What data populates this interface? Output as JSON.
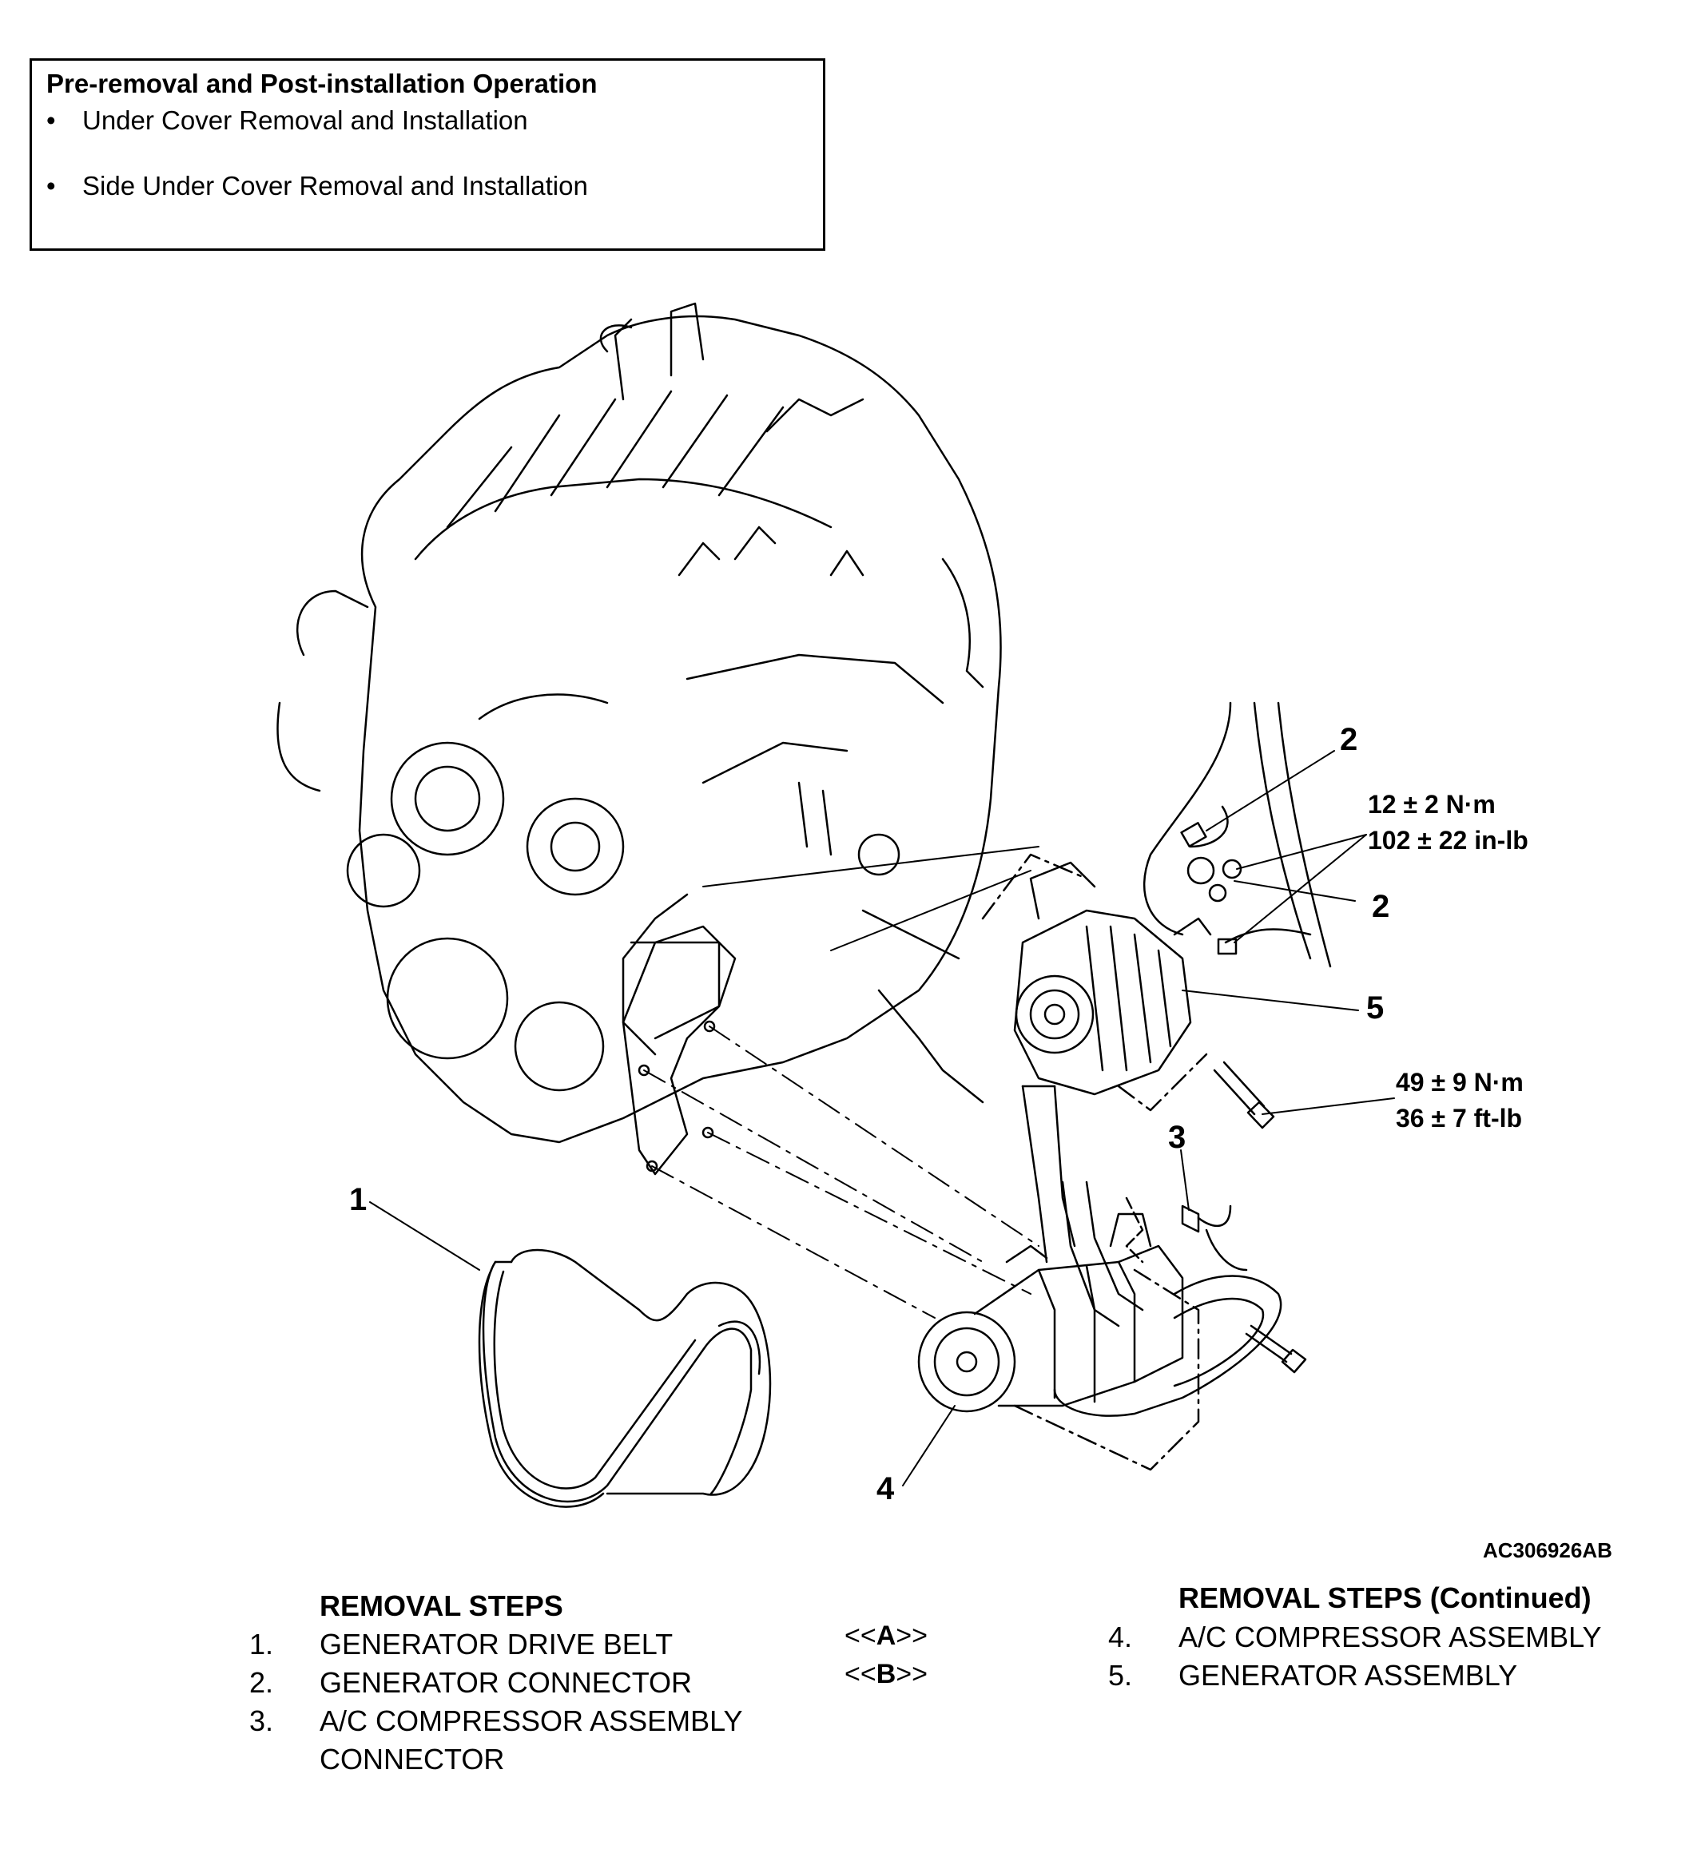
{
  "pre_op": {
    "title": "Pre-removal and Post-installation Operation",
    "items": [
      "Under Cover Removal and Installation",
      "Side Under Cover Removal and Installation"
    ],
    "bullet": "•"
  },
  "callouts": {
    "c1": "1",
    "c2a": "2",
    "c2b": "2",
    "c3": "3",
    "c4": "4",
    "c5": "5"
  },
  "torque": {
    "t1_line1": "12 ± 2 N·m",
    "t1_line2": "102 ± 22 in-lb",
    "t2_line1": "49 ± 9 N·m",
    "t2_line2": "36 ± 7 ft-lb"
  },
  "figure_code": "AC306926AB",
  "removal": {
    "heading": "REMOVAL STEPS",
    "steps": [
      {
        "num": "1.",
        "text": "GENERATOR DRIVE BELT"
      },
      {
        "num": "2.",
        "text": "GENERATOR CONNECTOR"
      },
      {
        "num": "3.",
        "text": "A/C COMPRESSOR ASSEMBLY",
        "text2": "CONNECTOR"
      }
    ]
  },
  "removal_cont": {
    "heading": "REMOVAL STEPS (Continued)",
    "steps": [
      {
        "marker_pre": "<<",
        "marker_letter": "A",
        "marker_post": ">>",
        "num": "4.",
        "text": "A/C COMPRESSOR ASSEMBLY"
      },
      {
        "marker_pre": "<<",
        "marker_letter": "B",
        "marker_post": ">>",
        "num": "5.",
        "text": "GENERATOR ASSEMBLY"
      }
    ]
  }
}
